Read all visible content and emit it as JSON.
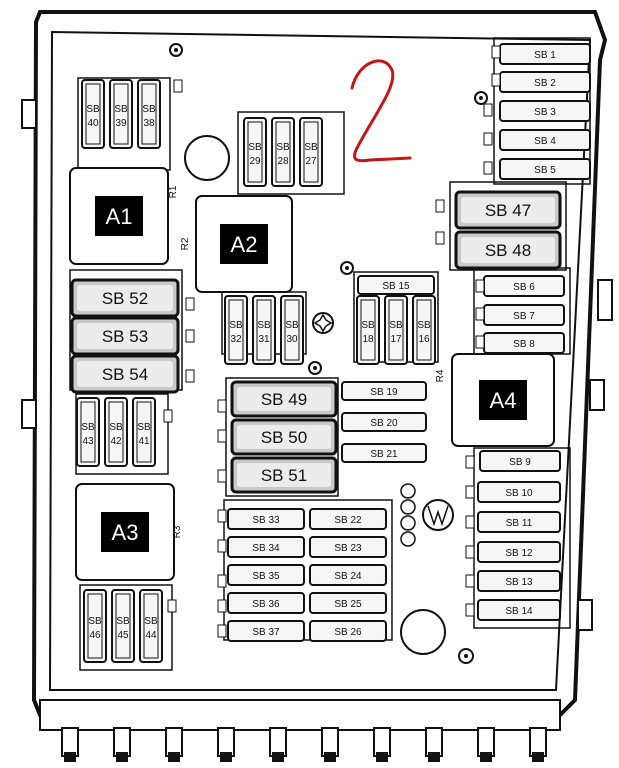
{
  "annotation": {
    "text": "2",
    "color": "#c81414"
  },
  "relays": [
    {
      "id": "A1",
      "code": "R1"
    },
    {
      "id": "A2",
      "code": "R2"
    },
    {
      "id": "A3",
      "code": "R3"
    },
    {
      "id": "A4",
      "code": "R4"
    }
  ],
  "fuses": {
    "vertical_small": [
      {
        "line1": "SB",
        "line2": "40"
      },
      {
        "line1": "SB",
        "line2": "39"
      },
      {
        "line1": "SB",
        "line2": "38"
      },
      {
        "line1": "SB",
        "line2": "29"
      },
      {
        "line1": "SB",
        "line2": "28"
      },
      {
        "line1": "SB",
        "line2": "27"
      },
      {
        "line1": "SB",
        "line2": "32"
      },
      {
        "line1": "SB",
        "line2": "31"
      },
      {
        "line1": "SB",
        "line2": "30"
      },
      {
        "line1": "SB",
        "line2": "18"
      },
      {
        "line1": "SB",
        "line2": "17"
      },
      {
        "line1": "SB",
        "line2": "16"
      },
      {
        "line1": "SB",
        "line2": "43"
      },
      {
        "line1": "SB",
        "line2": "42"
      },
      {
        "line1": "SB",
        "line2": "41"
      },
      {
        "line1": "SB",
        "line2": "46"
      },
      {
        "line1": "SB",
        "line2": "45"
      },
      {
        "line1": "SB",
        "line2": "44"
      }
    ],
    "horizontal_small": [
      "SB 1",
      "SB 2",
      "SB 3",
      "SB 4",
      "SB 5",
      "SB 6",
      "SB 7",
      "SB 8",
      "SB 9",
      "SB 10",
      "SB 11",
      "SB 12",
      "SB 13",
      "SB 14",
      "SB 15",
      "SB 19",
      "SB 20",
      "SB 21",
      "SB 33",
      "SB 34",
      "SB 35",
      "SB 36",
      "SB 37",
      "SB 22",
      "SB 23",
      "SB 24",
      "SB 25",
      "SB 26"
    ],
    "maxi": [
      "SB 47",
      "SB 48",
      "SB 52",
      "SB 53",
      "SB 54",
      "SB 49",
      "SB 50",
      "SB 51"
    ]
  }
}
